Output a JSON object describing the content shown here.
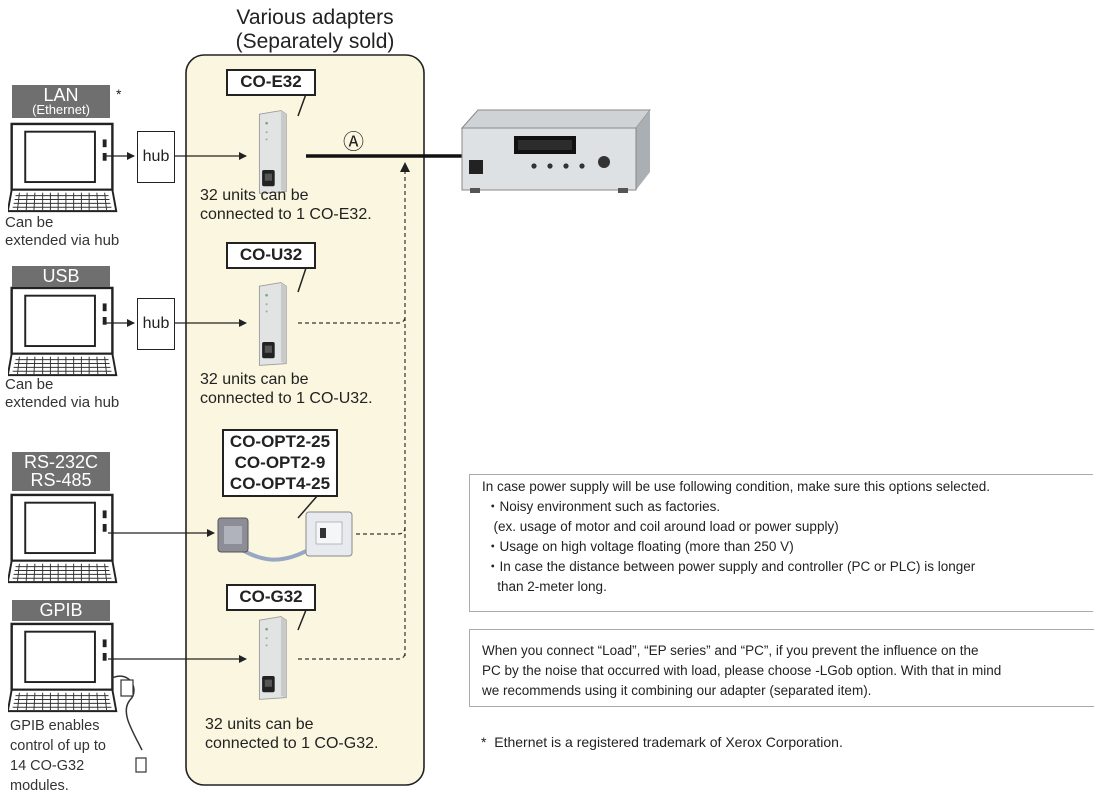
{
  "panel": {
    "title_line1": "Various adapters",
    "title_line2": "(Separately sold)"
  },
  "ports": {
    "lan": {
      "label": "LAN",
      "sub": "(Ethernet)",
      "asterisk": "*"
    },
    "usb": {
      "label": "USB"
    },
    "rs": {
      "label_line1": "RS-232C",
      "label_line2": "RS-485"
    },
    "gpib": {
      "label": "GPIB"
    }
  },
  "hub_label": "hub",
  "notes": {
    "lan": [
      "Can be",
      "extended via hub"
    ],
    "usb": [
      "Can be",
      "extended via hub"
    ],
    "gpib": [
      "GPIB enables",
      "control of up to",
      "14 CO-G32",
      "modules."
    ]
  },
  "adapters": {
    "e32": {
      "name": "CO-E32",
      "units_line1": "32 units can be",
      "units_line2": "connected to 1 CO-E32."
    },
    "u32": {
      "name": "CO-U32",
      "units_line1": "32 units can be",
      "units_line2": "connected to 1 CO-U32."
    },
    "opt": {
      "names": [
        "CO-OPT2-25",
        "CO-OPT2-9",
        "CO-OPT4-25"
      ]
    },
    "g32": {
      "name": "CO-G32",
      "units_line1": "32 units can be",
      "units_line2": "connected to 1 CO-G32."
    }
  },
  "connection_marker": "Ⓐ",
  "info_box_1": {
    "intro": "In case power supply will be use following condition, make sure this options selected.",
    "items": [
      "・Noisy environment such as factories.",
      "  (ex. usage of motor and coil around load or power supply)",
      "・Usage on high voltage floating (more than 250 V)",
      "・In case the distance between power supply and controller (PC or PLC) is longer",
      "   than 2-meter long."
    ]
  },
  "info_box_2": {
    "lines": [
      "When you connect “Load”, “EP series” and “PC”, if you prevent the influence on the",
      "PC by the noise that occurred with load, please choose -LGob option. With that in mind",
      "we recommends using it combining our adapter (separated item)."
    ]
  },
  "footnote": "*  Ethernet is a registered trademark of Xerox Corporation.",
  "colors": {
    "panel_fill": "#fbf6df",
    "port_label_bg": "#6f6f6f",
    "line": "#222222"
  }
}
